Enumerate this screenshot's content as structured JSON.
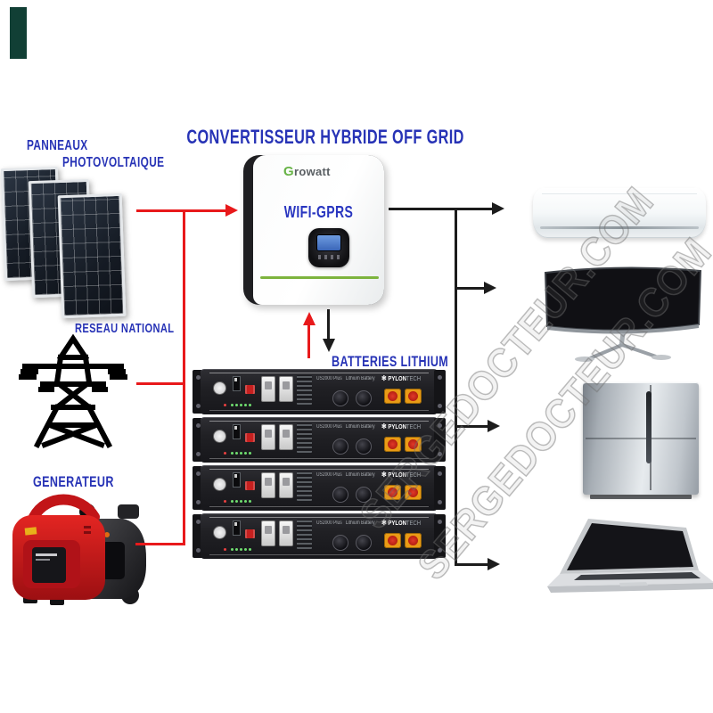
{
  "title": "CONVERTISSEUR HYBRIDE OFF GRID",
  "sources": {
    "solar": {
      "label_line1": "PANNEAUX",
      "label_line2": "PHOTOVOLTAIQUE"
    },
    "grid": {
      "label": "RESEAU NATIONAL"
    },
    "generator": {
      "label": "GENERATEUR"
    }
  },
  "inverter": {
    "brand": "Growatt",
    "brand_initial": "G",
    "brand_rest": "rowatt",
    "wifi_label": "WIFI-GPRS"
  },
  "batteries": {
    "section_label": "BATTERIES LITHIUM",
    "count": 4,
    "unit": {
      "model": "US2000 Plus",
      "type": "Lithium Battery",
      "brand_part1": "PYLON",
      "brand_part2": "TECH",
      "brand_icon": "✻"
    }
  },
  "appliances": {
    "items": [
      "air-conditioner",
      "curved-monitor",
      "refrigerator",
      "laptop"
    ]
  },
  "watermark": {
    "text": "SERGEDOCTEUR.COM"
  },
  "colors": {
    "label_blue": "#2733b6",
    "line_red": "#e8191b",
    "line_black": "#1c1c1c",
    "growatt_green": "#67b346",
    "inverter_stripe_green": "#7db43e",
    "terminal_orange": "#e99b16",
    "generator_red": "#d01818"
  }
}
